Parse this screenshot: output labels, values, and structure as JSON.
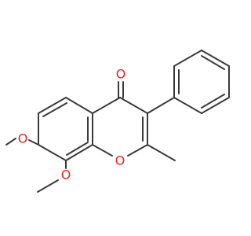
{
  "colors": {
    "background": "#ffffff",
    "bond": "#3a3a3a",
    "oxygen": "#e8241c"
  },
  "atoms": {
    "carbonyl_oxygen": "O",
    "ring_oxygen": "O",
    "methoxy_7_oxygen": "O",
    "methoxy_8_oxygen": "O"
  }
}
